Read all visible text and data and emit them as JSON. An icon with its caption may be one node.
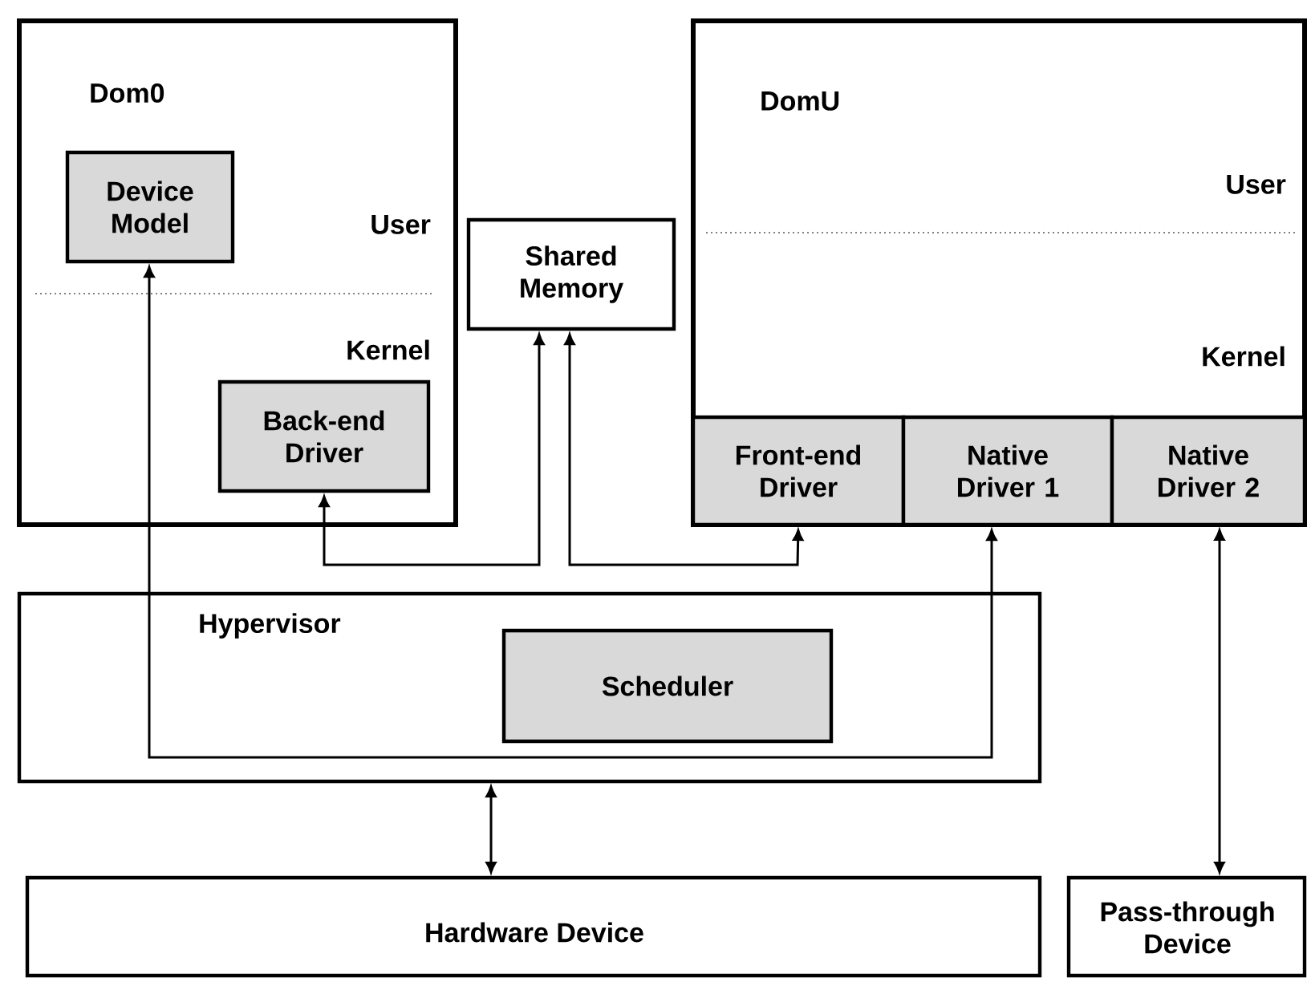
{
  "diagram": {
    "nodes": [
      {
        "text": [
          "Dom0",
          "User",
          "Kernel"
        ]
      },
      {
        "text": [
          "Device Model"
        ],
        "in": 0
      },
      {
        "text": [
          "Back-end Driver"
        ],
        "in": 0
      },
      {
        "text": [
          "Shared Memory"
        ]
      },
      {
        "text": [
          "DomU",
          "User",
          "Kernel"
        ]
      },
      {
        "text": [
          "Front-end Driver"
        ],
        "in": 4
      },
      {
        "text": [
          "Native Driver 1"
        ],
        "in": 4
      },
      {
        "text": [
          "Native Driver 2"
        ],
        "in": 4
      },
      {
        "text": [
          "Hypervisor"
        ]
      },
      {
        "text": [
          "Scheduler"
        ],
        "in": 8
      },
      {
        "text": [
          "Hardware Device"
        ]
      },
      {
        "text": [
          "Pass-through Device"
        ]
      }
    ],
    "edges": [
      {
        "from": 2,
        "to": 3,
        "arrow": "both"
      },
      {
        "from": 3,
        "to": 5,
        "arrow": "both"
      },
      {
        "from": 1,
        "to": 6,
        "arrow": "both"
      },
      {
        "from": 8,
        "to": 10,
        "arrow": "both"
      },
      {
        "from": 7,
        "to": 11,
        "arrow": "both"
      }
    ]
  }
}
